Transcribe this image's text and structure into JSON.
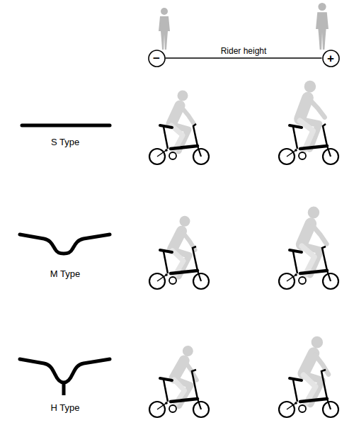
{
  "diagram": {
    "nodes": [
      {
        "text": [
          "−"
        ]
      },
      {
        "text": [
          "+"
        ]
      }
    ],
    "edges": [
      {
        "from": 0,
        "to": 1,
        "arrow": "none",
        "label": "Rider height"
      }
    ],
    "labels": [
      "S Type",
      "M Type",
      "H Type"
    ]
  }
}
